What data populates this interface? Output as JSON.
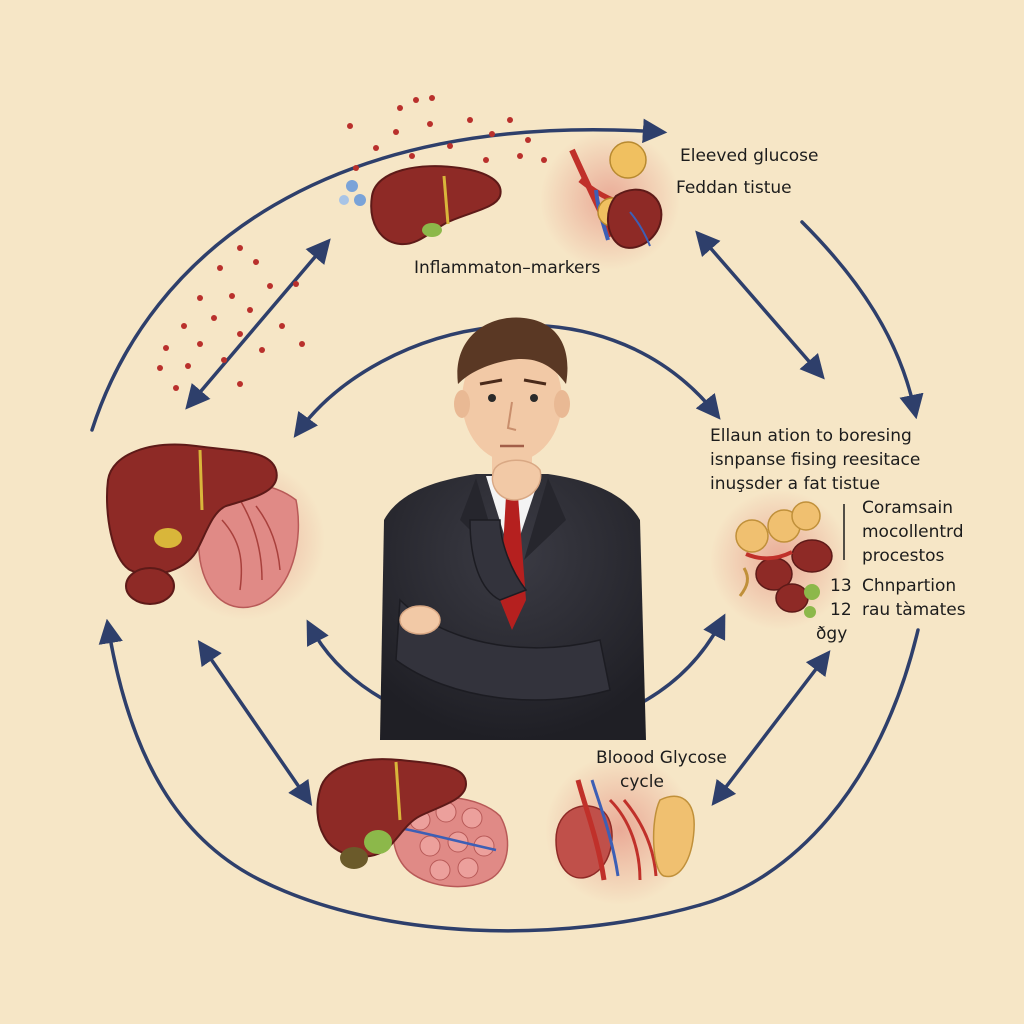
{
  "labels": {
    "top_right_1": "Eleeved glucose",
    "top_right_2": "Feddan tistue",
    "top_center": "Inflammaton–markers",
    "right_mid_1": "Ellaun ation to boresing",
    "right_mid_2": "isnpanse fising reesitace",
    "right_mid_3": "inuşsder a fat tistue",
    "right_lower_1": "Coramsain",
    "right_lower_2": "mocollentrd",
    "right_lower_3": "procestos",
    "right_num_1": "13",
    "right_num_2": "12",
    "right_num_1_text": "Chnpartion",
    "right_num_2_text": "rau tàmates",
    "right_small": "ðgy",
    "bottom_1": "Bloood Glycose",
    "bottom_2": "cycle"
  },
  "colors": {
    "background": "#f6e6c6",
    "arrow": "#2e3f6b",
    "liver": "#8e2a26",
    "liver_highlight": "#b0433c",
    "gall": "#d9b63a",
    "tissue": "#e08a86",
    "fat": "#f0c070",
    "dots": "#b9302c",
    "suit": "#2d2d34",
    "tie": "#b5201f",
    "skin": "#f2c9a6",
    "hair": "#5a3824"
  }
}
